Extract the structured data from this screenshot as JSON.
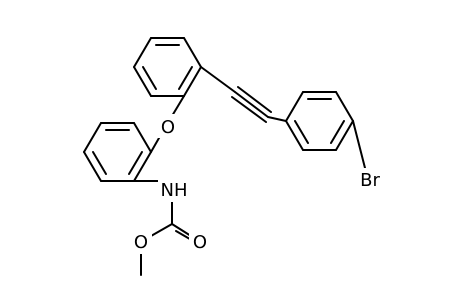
{
  "molecule": {
    "atoms": {
      "oxygen_ether": "O",
      "nitrogen_amine": "NH",
      "oxygen_ester": "O",
      "oxygen_carbonyl": "O",
      "bromine": "Br"
    }
  },
  "colors": {
    "bond": "#000000",
    "label": "#000000",
    "background": "#ffffff"
  }
}
